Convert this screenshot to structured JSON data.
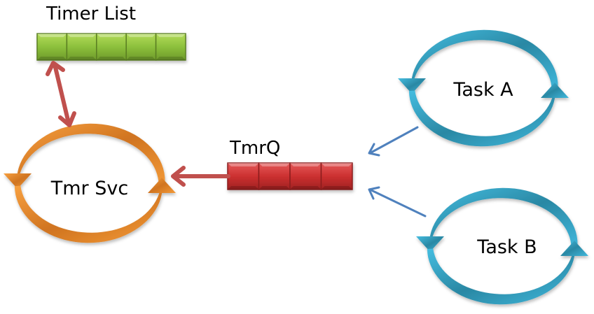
{
  "diagram": {
    "timer_list": {
      "label": "Timer List",
      "slots": 5,
      "color": "#8fc040"
    },
    "tmr_svc": {
      "label": "Tmr Svc",
      "color": "#e8892a"
    },
    "tmrq": {
      "label": "TmrQ",
      "slots": 4,
      "color": "#cc3333"
    },
    "task_a": {
      "label": "Task A",
      "color": "#35a8c8"
    },
    "task_b": {
      "label": "Task B",
      "color": "#35a8c8"
    },
    "connections": [
      {
        "from": "timer_list",
        "to": "tmr_svc",
        "type": "bidirectional",
        "color": "#c0504d"
      },
      {
        "from": "tmrq",
        "to": "tmr_svc",
        "type": "directed",
        "color": "#c0504d"
      },
      {
        "from": "task_a",
        "to": "tmrq",
        "type": "directed",
        "color": "#4f81bd"
      },
      {
        "from": "task_b",
        "to": "tmrq",
        "type": "directed",
        "color": "#4f81bd"
      }
    ]
  }
}
